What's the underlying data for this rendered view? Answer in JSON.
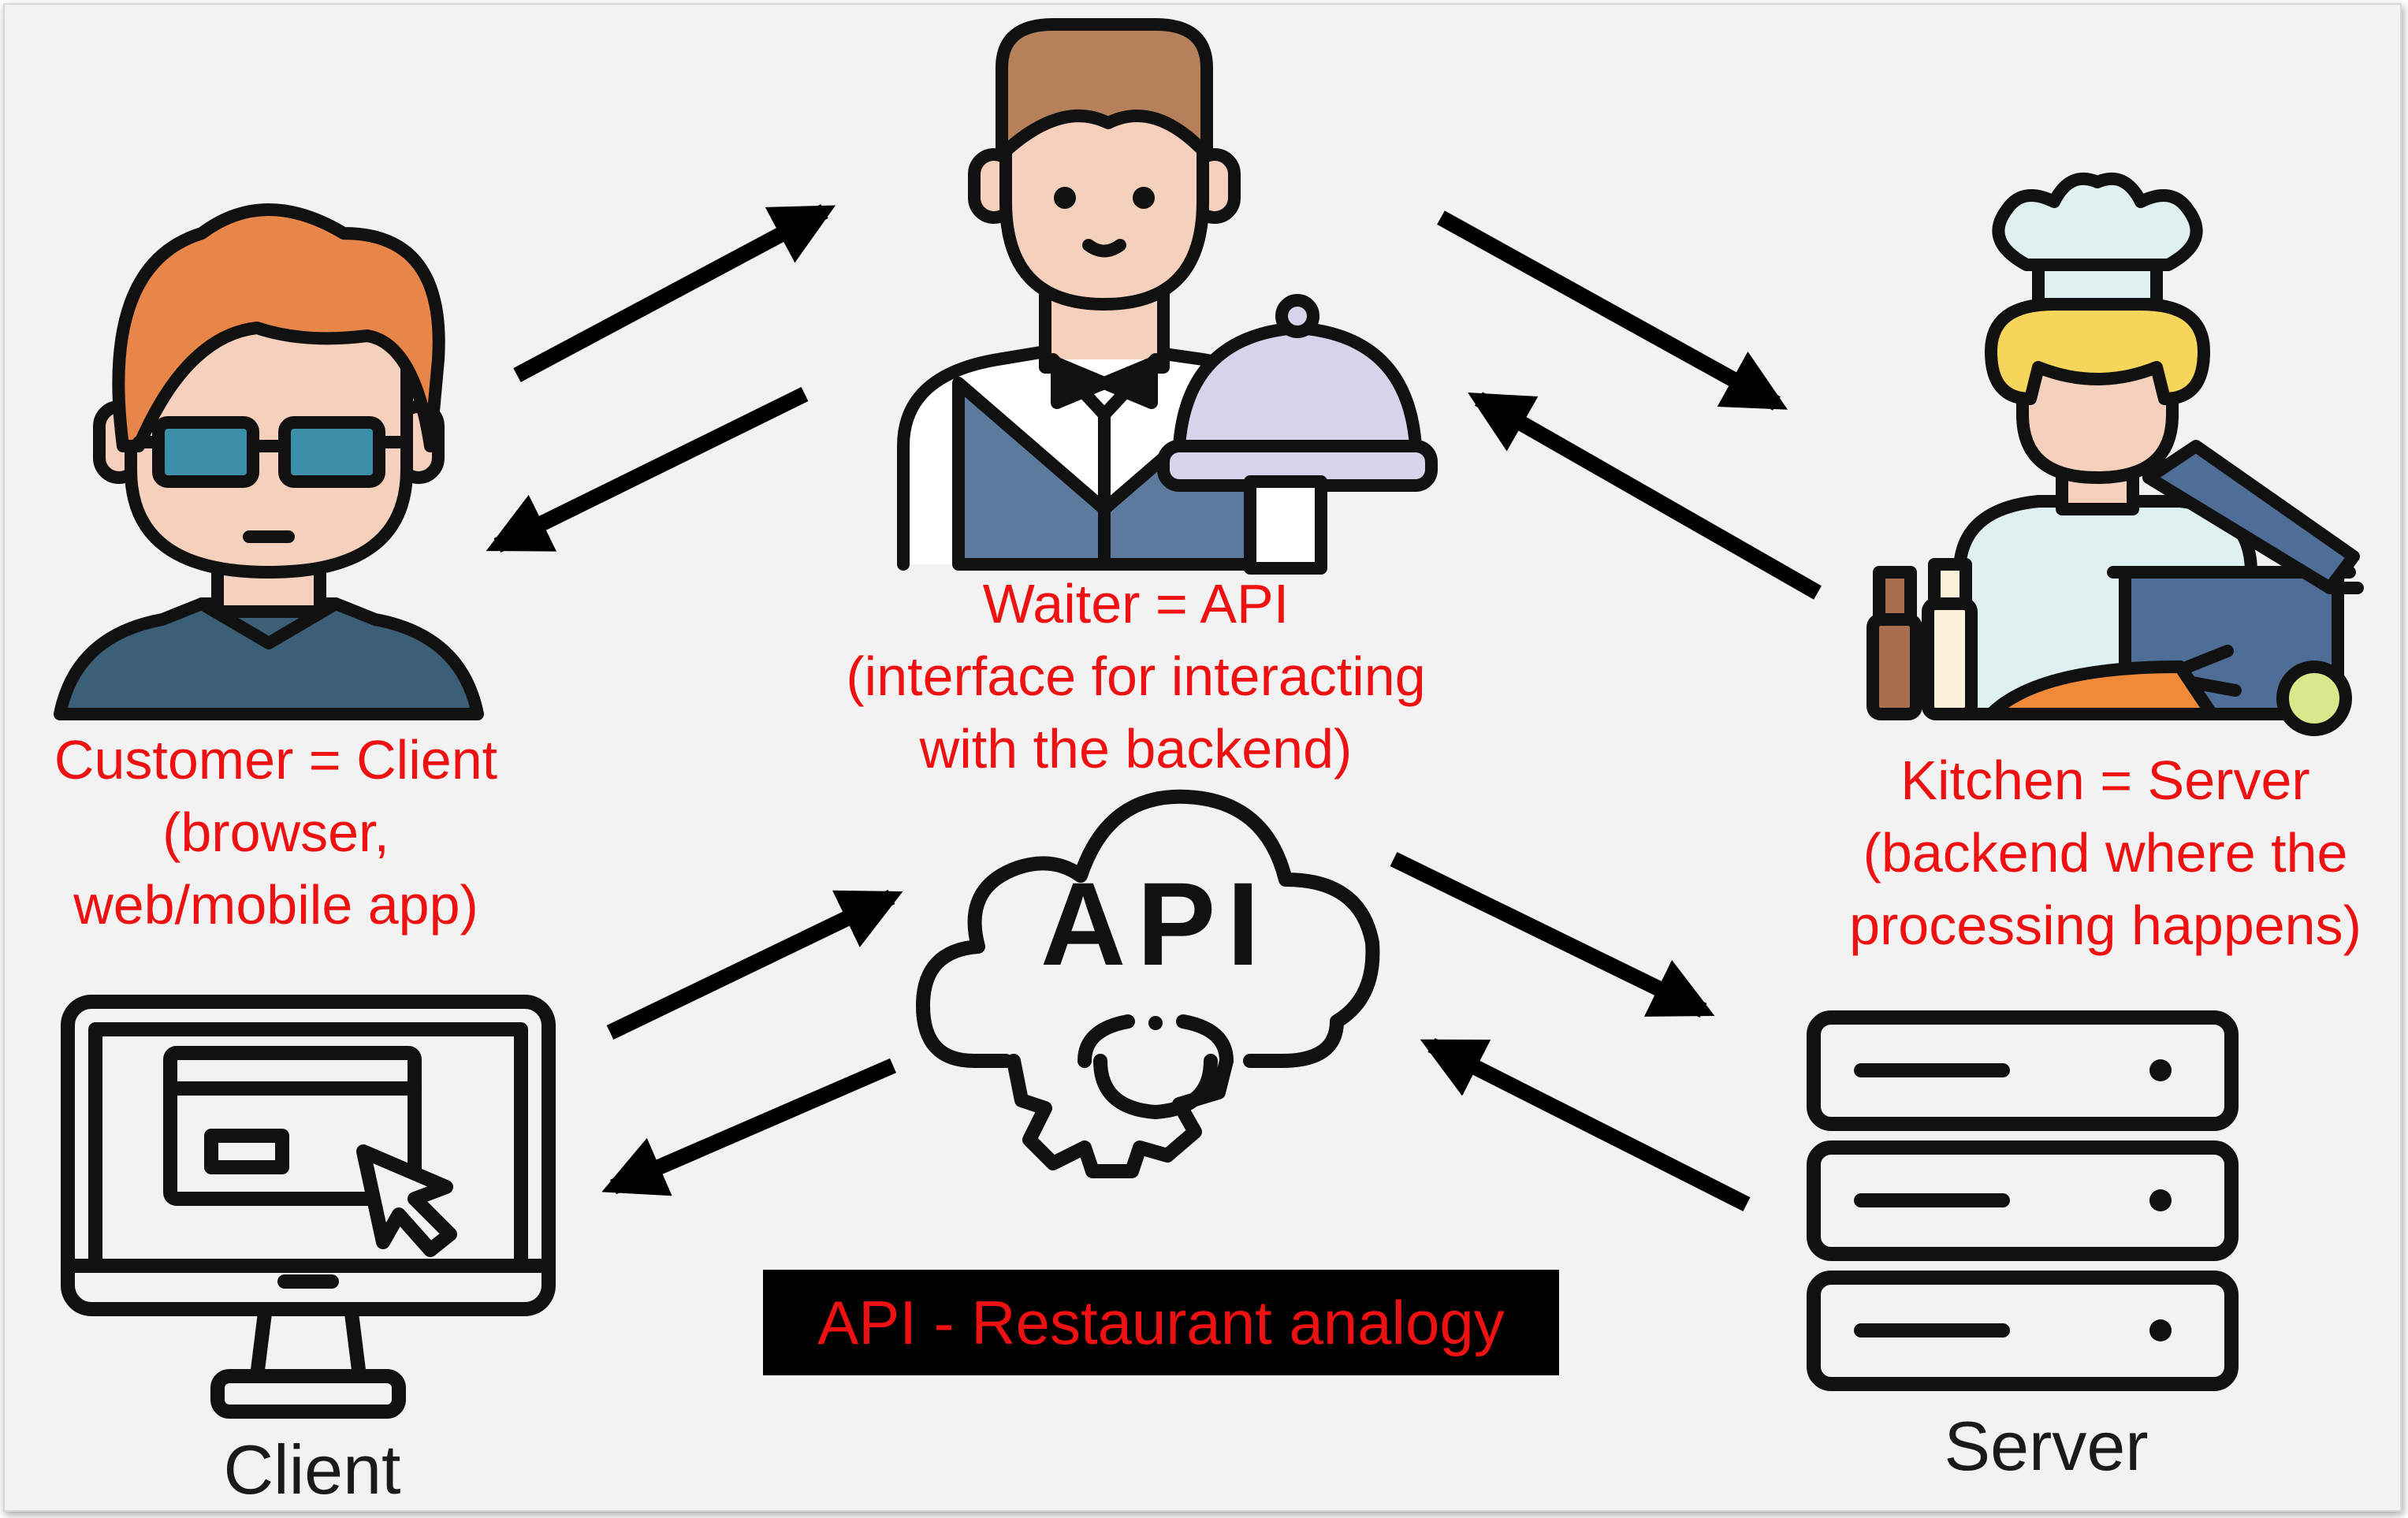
{
  "labels": {
    "customer": "Customer = Client\n(browser,\nweb/mobile app)",
    "waiter": "Waiter = API\n(interface for interacting\nwith the backend)",
    "kitchen": "Kitchen = Server\n(backend where the\nprocessing happens)",
    "api_cloud": "API",
    "client": "Client",
    "server": "Server"
  },
  "caption": "API - Restaurant analogy",
  "colors": {
    "label": "#ee1111",
    "background": "#f2f2f2",
    "caption_bg": "#000000",
    "hair_customer": "#e8864a",
    "shirt_customer": "#3c5f78",
    "skin": "#f4d0bd",
    "waiter_hair": "#b5805a",
    "vest": "#5c7a9c",
    "chef_hair": "#f5d65a",
    "pot": "#4e6e98",
    "carrot": "#f08a3a"
  }
}
